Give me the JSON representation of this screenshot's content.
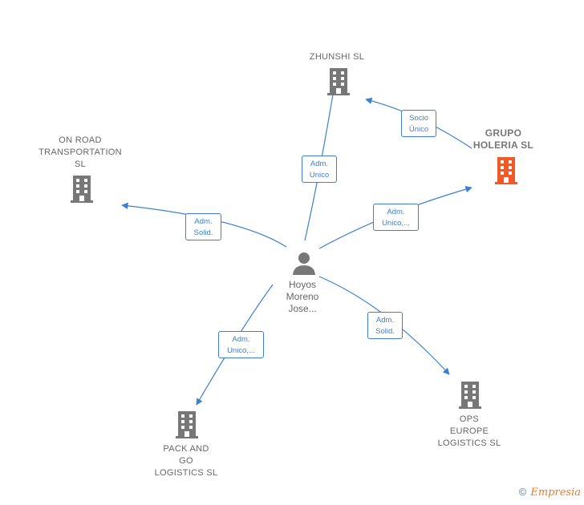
{
  "nodes": {
    "zhunshi": {
      "label": "ZHUNSHI  SL",
      "color": "#777777"
    },
    "grupo": {
      "label": "GRUPO\nHOLERIA  SL",
      "color": "#f05a28"
    },
    "onroad": {
      "label": "ON ROAD\nTRANSPORTATION\nSL",
      "color": "#777777"
    },
    "ops": {
      "label": "OPS\nEUROPE\nLOGISTICS  SL",
      "color": "#777777"
    },
    "pack": {
      "label": "PACK AND\nGO\nLOGISTICS  SL",
      "color": "#777777"
    },
    "person": {
      "label": "Hoyos\nMoreno\nJose...",
      "color": "#777777"
    }
  },
  "edges": [
    {
      "id": "person-zhunshi",
      "label": "Adm.\nUnico"
    },
    {
      "id": "grupo-zhunshi",
      "label": "Socio\nÚnico"
    },
    {
      "id": "person-grupo",
      "label": "Adm.\nUnico,..."
    },
    {
      "id": "person-onroad",
      "label": "Adm.\nSolid."
    },
    {
      "id": "person-ops",
      "label": "Adm.\nSolid."
    },
    {
      "id": "person-pack",
      "label": "Adm.\nUnico,..."
    }
  ],
  "edge_color": "#3d7fd0",
  "footer": {
    "copyright": "©",
    "brand": "Empresia"
  }
}
